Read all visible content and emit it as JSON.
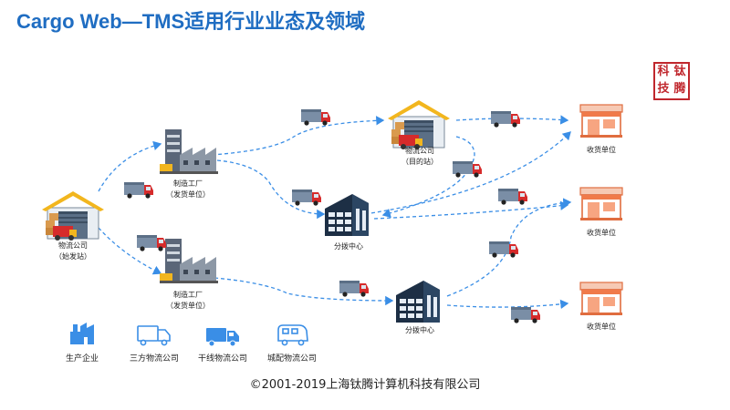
{
  "title": "Cargo Web—TMS适用行业业态及领域",
  "logo": {
    "chars": [
      "科",
      "钛",
      "技",
      "腾"
    ],
    "color": "#c0272d"
  },
  "nodes": {
    "origin_hub": {
      "name": "物流公司",
      "sub": "（始发站）"
    },
    "factory1": {
      "name": "制造工厂",
      "sub": "（发货单位）"
    },
    "factory2": {
      "name": "制造工厂",
      "sub": "（发货单位）"
    },
    "dest_hub": {
      "name": "物流公司",
      "sub": "（目的站）"
    },
    "dc1": {
      "name": "分拨中心"
    },
    "dc2": {
      "name": "分拨中心"
    },
    "receiver1": {
      "name": "收货单位"
    },
    "receiver2": {
      "name": "收货单位"
    },
    "receiver3": {
      "name": "收货单位"
    }
  },
  "legend": [
    {
      "label": "生产企业",
      "icon": "factory-icon"
    },
    {
      "label": "三方物流公司",
      "icon": "truck-outline-icon"
    },
    {
      "label": "干线物流公司",
      "icon": "truck-solid-icon"
    },
    {
      "label": "城配物流公司",
      "icon": "van-icon"
    }
  ],
  "copyright": "©2001-2019上海钛腾计算机科技有限公司",
  "colors": {
    "title": "#1f6dc2",
    "arrow": "#3a8ee6",
    "warehouse_roof": "#f2b61e",
    "truck_red": "#d62b2b",
    "store": "#f07a4a",
    "building": "#1d2f45",
    "legend_icon": "#3a8ee6"
  }
}
